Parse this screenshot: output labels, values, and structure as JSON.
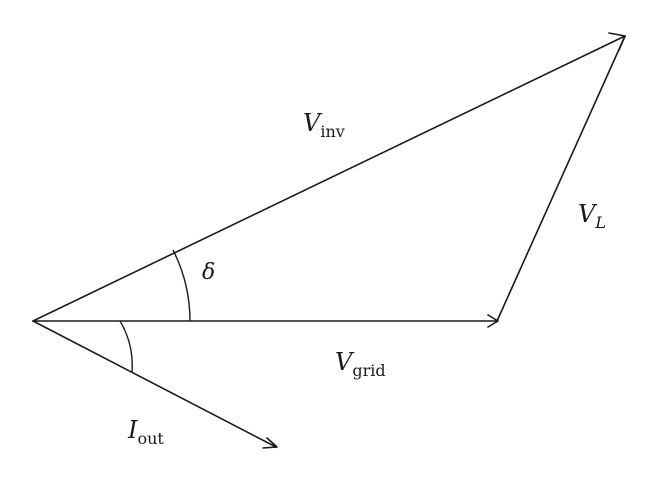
{
  "labels": {
    "v_inv": {
      "main": "V",
      "sub": "inv"
    },
    "v_l": {
      "main": "V",
      "sub": "L"
    },
    "v_grid": {
      "main": "V",
      "sub": "grid"
    },
    "i_out": {
      "main": "I",
      "sub": "out"
    },
    "delta": "δ"
  },
  "colors": {
    "stroke": "#1a1a1a",
    "background": "#ffffff"
  }
}
